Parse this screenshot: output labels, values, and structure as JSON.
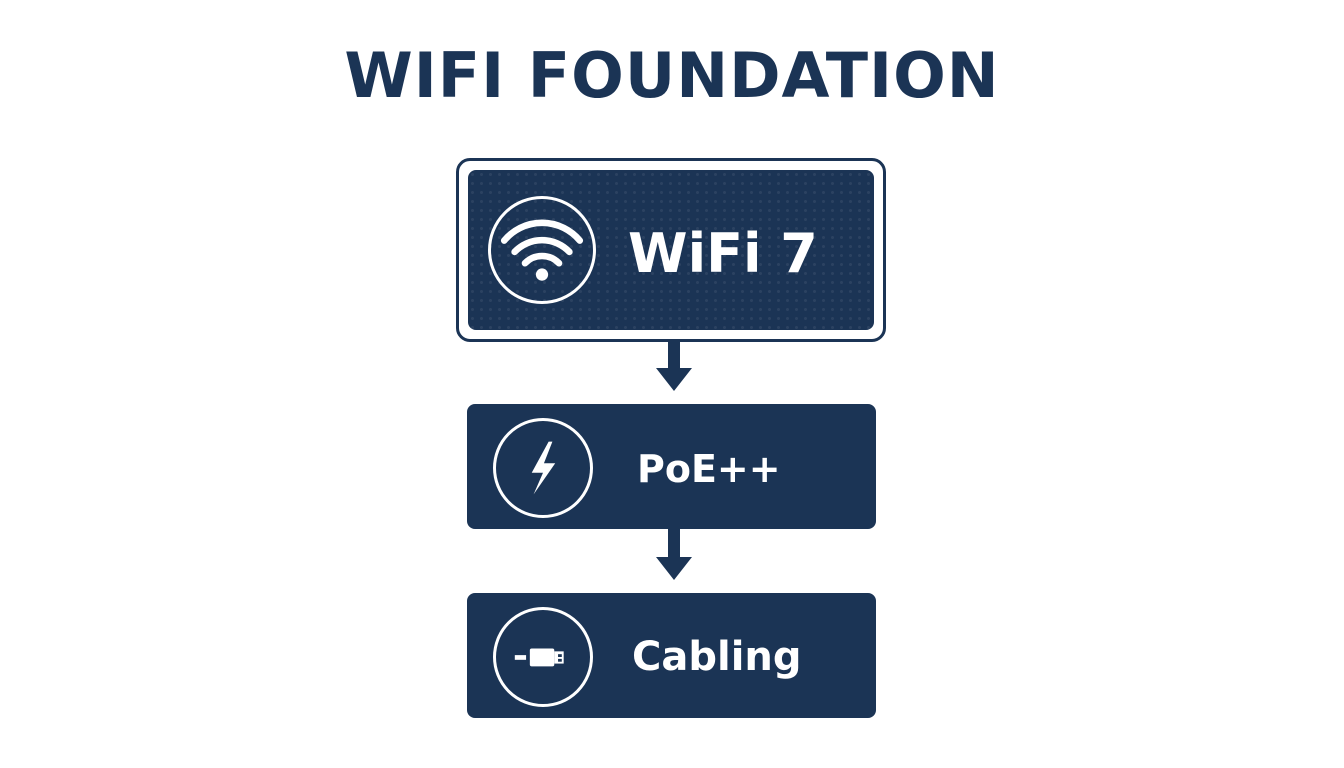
{
  "title": "WIFI FOUNDATION",
  "colors": {
    "primary": "#1b3455",
    "background": "#ffffff",
    "text_on_primary": "#ffffff"
  },
  "stack": [
    {
      "label": "WiFi 7",
      "icon": "wifi-icon"
    },
    {
      "label": "PoE++",
      "icon": "lightning-bolt-icon"
    },
    {
      "label": "Cabling",
      "icon": "ethernet-cable-icon"
    }
  ]
}
